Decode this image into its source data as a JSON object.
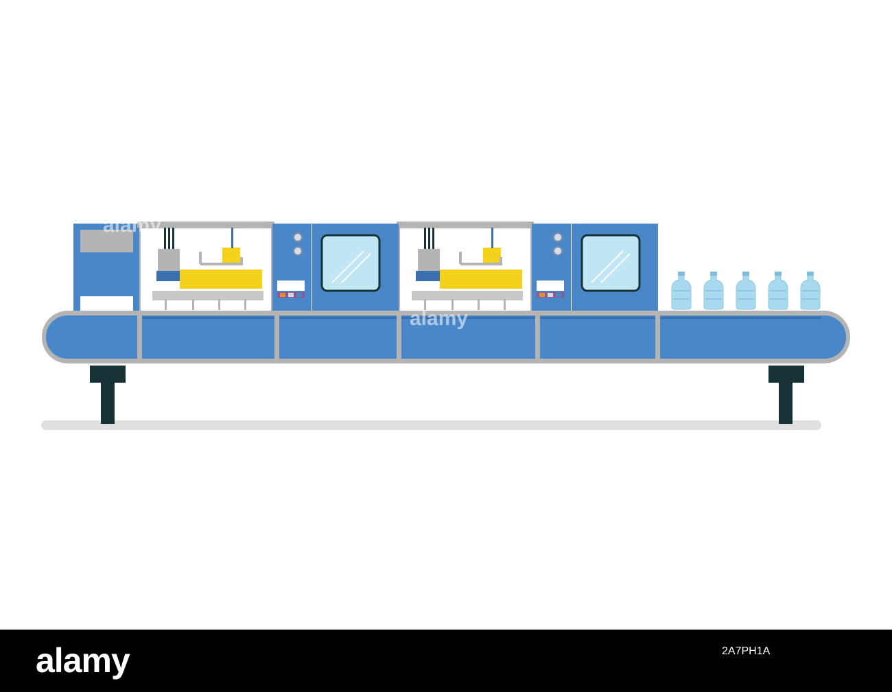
{
  "scene": {
    "subject": "bottle-filling-production-line",
    "bottle_count": 5,
    "colors": {
      "machine_blue": "#4a87c9",
      "machine_blue_dark": "#3a6fae",
      "frame_gray": "#b4b4b4",
      "yellow_part": "#f4d11c",
      "window_cyan": "#bfe6f2",
      "bottle_blue": "#a9d9ee",
      "leg_dark": "#163236",
      "floor_gray": "#e0e0e0"
    }
  },
  "watermark": {
    "text_1": "alamy",
    "text_2": "alamy"
  },
  "footer": {
    "brand": "alamy",
    "image_id": "2A7PH1A"
  }
}
